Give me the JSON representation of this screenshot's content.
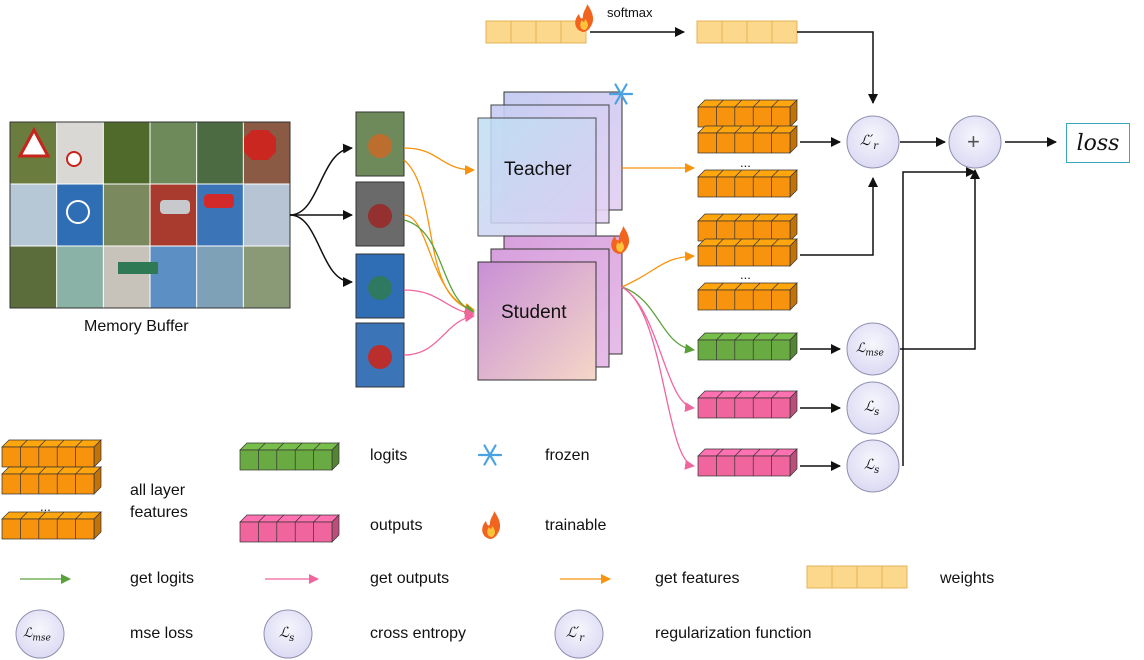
{
  "top": {
    "softmax": "softmax"
  },
  "memory_buffer_label": "Memory Buffer",
  "teacher_label": "Teacher",
  "student_label": "Student",
  "ellipsis": "...",
  "loss_label": "loss",
  "math": {
    "reg": "ℒ′",
    "reg_sub": "r",
    "mse": "ℒ",
    "mse_sub": "mse",
    "ce": "ℒ",
    "ce_sub": "s",
    "plus": "+"
  },
  "legend": {
    "all_layer_features": "all layer\nfeatures",
    "logits": "logits",
    "frozen": "frozen",
    "outputs": "outputs",
    "trainable": "trainable",
    "get_logits": "get logits",
    "get_outputs": "get outputs",
    "get_features": "get features",
    "weights": "weights",
    "mse_loss": "mse loss",
    "cross_entropy": "cross entropy",
    "regularization_function": "regularization function"
  },
  "colors": {
    "features": "#f7930c",
    "logits": "#6aaa42",
    "outputs": "#f0659e",
    "weights": "#fbd88b",
    "teacher": "#c9c7ee",
    "student": "#d8a6dc",
    "circle_fill": "#ecebf8",
    "loss_border": "#3aa6b9"
  },
  "icons": {
    "frozen": "snowflake-icon",
    "trainable": "flame-icon"
  }
}
